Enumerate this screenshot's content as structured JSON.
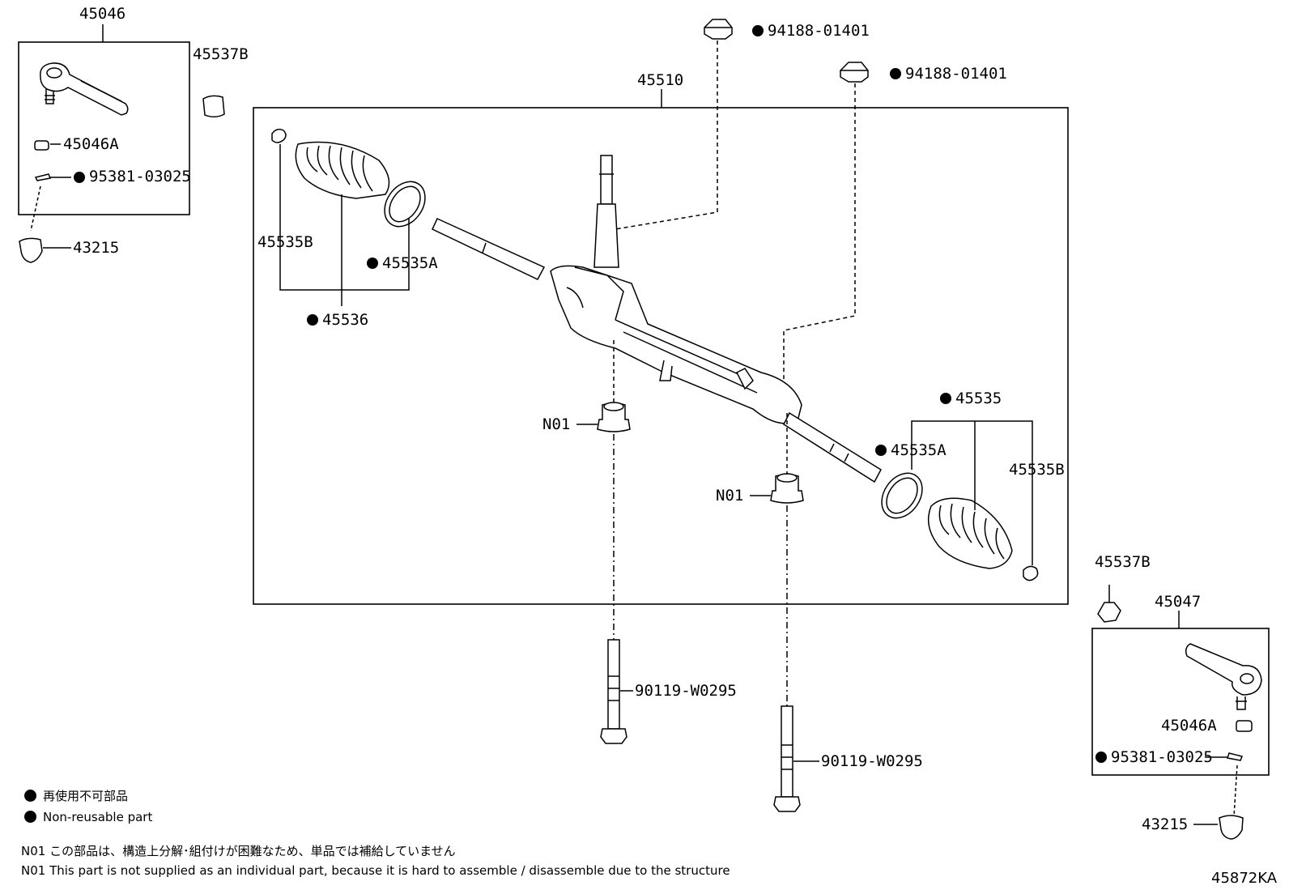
{
  "labels": {
    "p45046": "45046",
    "p45046a_l": "45046A",
    "p95381_l": "95381-03025",
    "p43215_l": "43215",
    "p45537b_l": "45537B",
    "p45510": "45510",
    "p94188_a": "94188-01401",
    "p94188_b": "94188-01401",
    "p45535b_l": "45535B",
    "p45535a_l": "45535A",
    "p45536": "45536",
    "n01_a": "N01",
    "n01_b": "N01",
    "p45535": "45535",
    "p45535a_r": "45535A",
    "p45535b_r": "45535B",
    "p45537b_r": "45537B",
    "p45047": "45047",
    "p45046a_r": "45046A",
    "p95381_r": "95381-03025",
    "p43215_r": "43215",
    "p90119_a": "90119-W0295",
    "p90119_b": "90119-W0295"
  },
  "legend": {
    "jp": "再使用不可部品",
    "en": "Non-reusable part"
  },
  "notes": {
    "jp": "N01 この部品は、構造上分解･組付けが困難なため、単品では補給していません",
    "en": "N01 This part is not supplied as an individual part, because it is hard to assemble / disassemble due to the structure"
  },
  "figure_id": "45872KA"
}
